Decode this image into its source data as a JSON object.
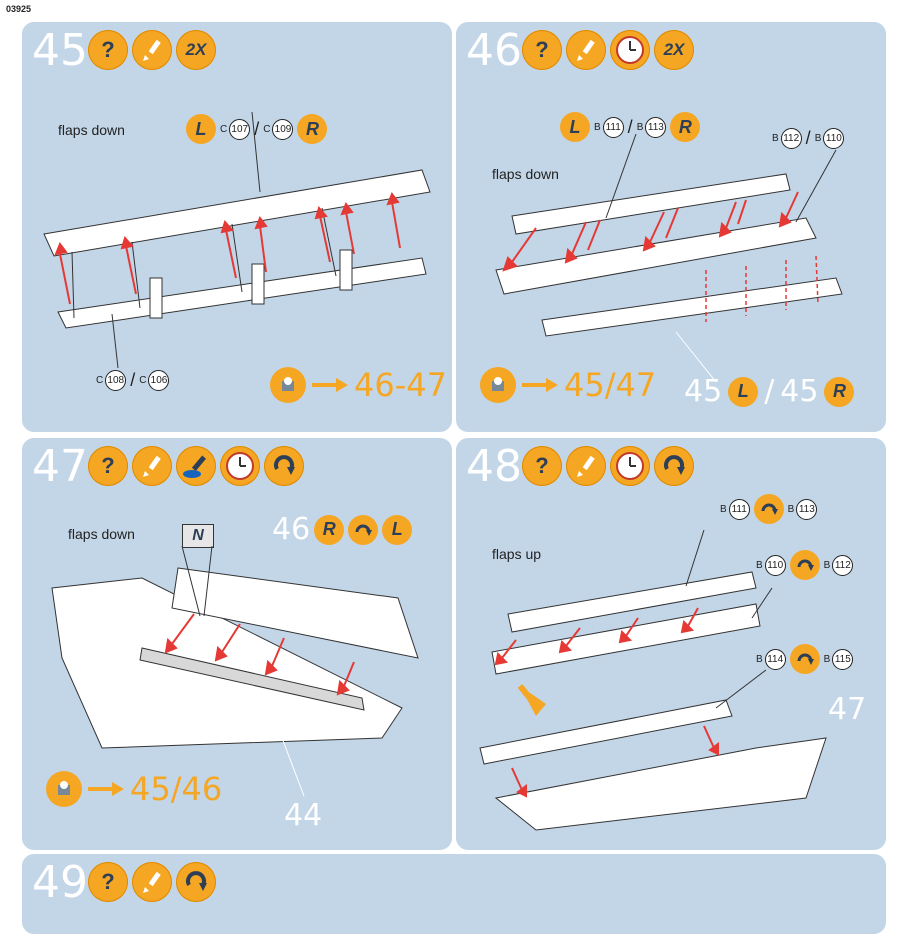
{
  "doc_id": "03925",
  "steps": {
    "s45": {
      "number": "45",
      "repeat": "2X",
      "flaps_label": "flaps down",
      "left": "L",
      "right": "R",
      "top_parts": [
        {
          "prefix": "C",
          "num": "107"
        },
        {
          "prefix": "C",
          "num": "109"
        }
      ],
      "bottom_parts": [
        {
          "prefix": "C",
          "num": "108"
        },
        {
          "prefix": "C",
          "num": "106"
        }
      ],
      "nav": "46-47"
    },
    "s46": {
      "number": "46",
      "repeat": "2X",
      "flaps_label": "flaps down",
      "left": "L",
      "right": "R",
      "top_parts": [
        {
          "prefix": "B",
          "num": "111"
        },
        {
          "prefix": "B",
          "num": "113"
        }
      ],
      "side_parts": [
        {
          "prefix": "B",
          "num": "112"
        },
        {
          "prefix": "B",
          "num": "110"
        }
      ],
      "nav": "45/47",
      "ref_left_num": "45",
      "ref_left": "L",
      "ref_right_num": "45",
      "ref_right": "R"
    },
    "s47": {
      "number": "47",
      "flaps_label": "flaps down",
      "ref_top_num": "46",
      "ref_right": "R",
      "ref_left": "L",
      "flag": "N",
      "nav": "45/46",
      "ref_bottom": "44"
    },
    "s48": {
      "number": "48",
      "flaps_label": "flaps up",
      "pairs": [
        {
          "a_prefix": "B",
          "a": "111",
          "b_prefix": "B",
          "b": "113"
        },
        {
          "a_prefix": "B",
          "a": "110",
          "b_prefix": "B",
          "b": "112"
        },
        {
          "a_prefix": "B",
          "a": "114",
          "b_prefix": "B",
          "b": "115"
        }
      ],
      "ref": "47"
    },
    "s49": {
      "number": "49"
    }
  },
  "icons": [
    "question-icon",
    "brush-icon",
    "clock-icon",
    "rotate-icon",
    "paint-icon",
    "view-icon"
  ],
  "colors": {
    "panel": "#c3d6e8",
    "accent": "#f5a623",
    "arrow": "#e53935",
    "dark": "#2d3f57"
  }
}
